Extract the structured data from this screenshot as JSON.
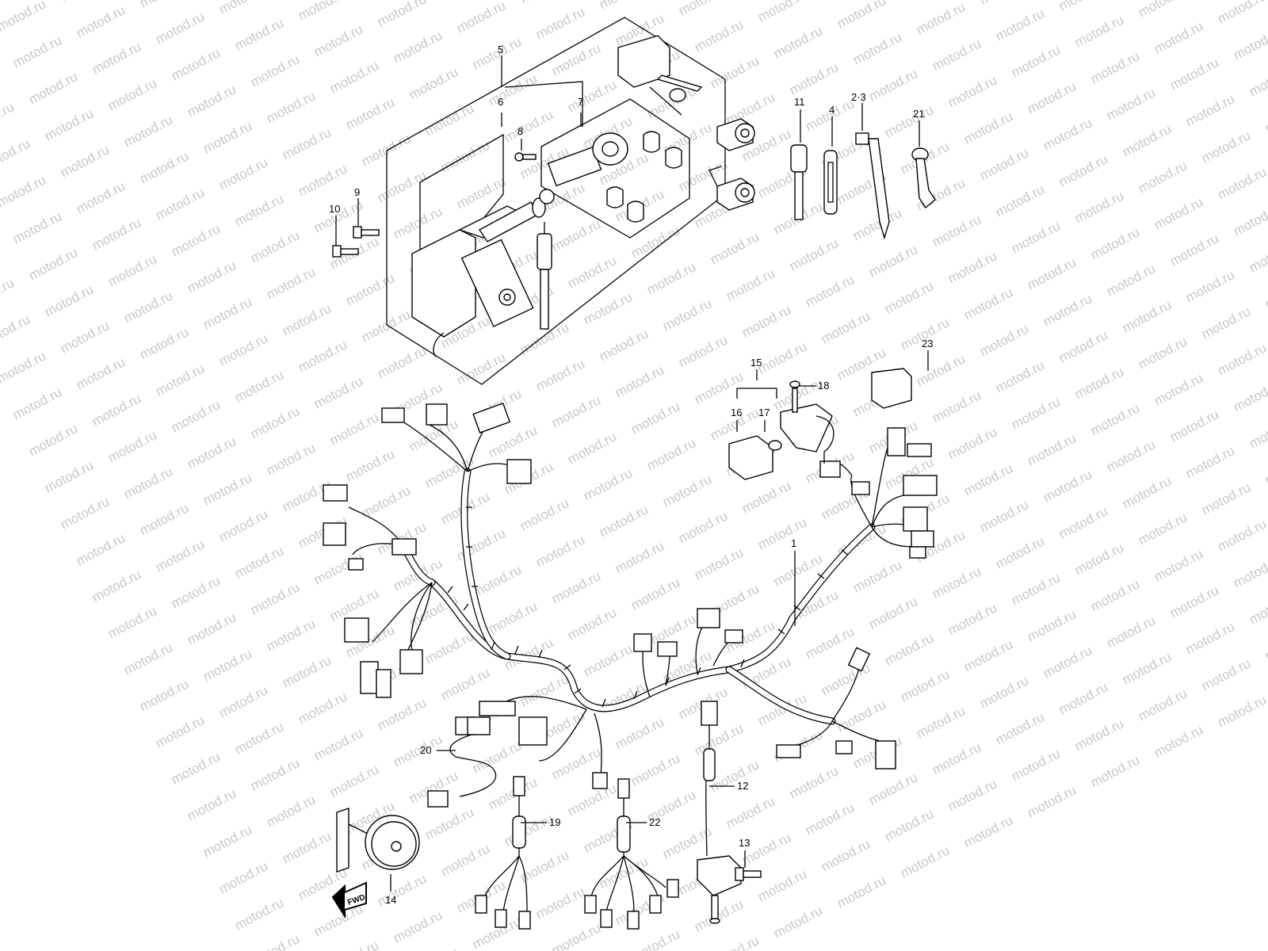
{
  "watermark": {
    "text": "motod.ru"
  },
  "callouts": {
    "p1": "1",
    "p2_3": "2·3",
    "p4": "4",
    "p5": "5",
    "p6": "6",
    "p7": "7",
    "p8": "8",
    "p9": "9",
    "p10": "10",
    "p11": "11",
    "p12": "12",
    "p13": "13",
    "p14": "14",
    "p15": "15",
    "p16": "16",
    "p17": "17",
    "p18": "18",
    "p19": "19",
    "p20": "20",
    "p21": "21",
    "p22": "22",
    "p23": "23"
  },
  "direction_arrow": {
    "label": "FWD"
  }
}
